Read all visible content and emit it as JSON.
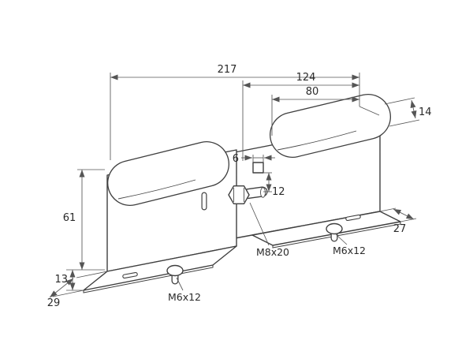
{
  "drawing": {
    "kind": "technical dimension drawing",
    "colors": {
      "outline": "#3f3f3f",
      "dimension_lines": "#555555",
      "text": "#2a2a2a",
      "background": "#ffffff"
    }
  },
  "labels": {
    "dim_217": "217",
    "dim_124": "124",
    "dim_80": "80",
    "dim_14": "14",
    "dim_61": "61",
    "dim_13": "13",
    "dim_29": "29",
    "dim_27": "27",
    "dim_6": "6",
    "dim_12": "12",
    "bolt_center": "M8x20",
    "bolt_right": "M6x12",
    "bolt_bottom": "M6x12"
  }
}
